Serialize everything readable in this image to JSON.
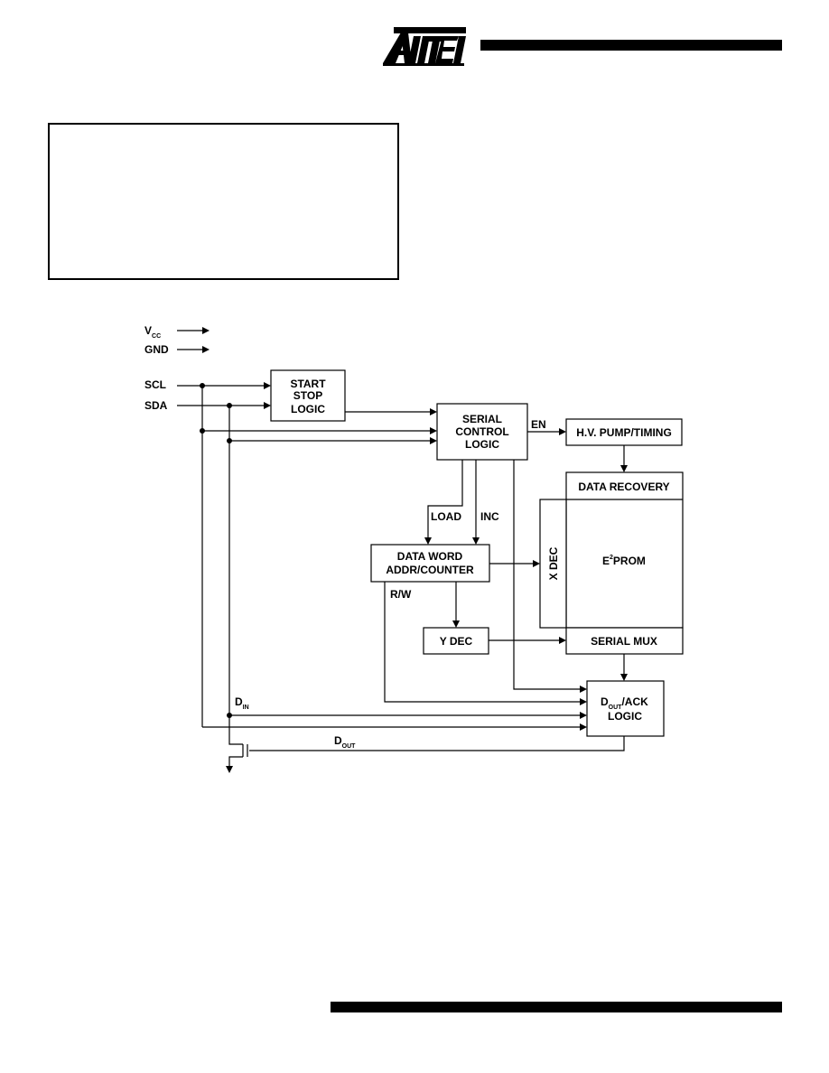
{
  "header": {
    "logo_icon": "atmel-logo"
  },
  "diagram": {
    "inputs": {
      "vcc": "V",
      "vcc_sub": "CC",
      "gnd": "GND",
      "scl": "SCL",
      "sda": "SDA"
    },
    "blocks": {
      "start_stop": [
        "START",
        "STOP",
        "LOGIC"
      ],
      "serial_control": [
        "SERIAL",
        "CONTROL",
        "LOGIC"
      ],
      "hv_pump": "H.V. PUMP/TIMING",
      "data_recovery": "DATA RECOVERY",
      "eeprom_e": "E",
      "eeprom_sup": "2",
      "eeprom_rest": "PROM",
      "x_dec": "X DEC",
      "serial_mux": "SERIAL MUX",
      "data_word": [
        "DATA WORD",
        "ADDR/COUNTER"
      ],
      "y_dec": "Y DEC",
      "dout_ack_d": "D",
      "dout_ack_sub": "OUT",
      "dout_ack_rest": "/ACK",
      "dout_ack_line2": "LOGIC"
    },
    "signals": {
      "en": "EN",
      "load": "LOAD",
      "inc": "INC",
      "rw": "R/W",
      "din": "D",
      "din_sub": "IN",
      "dout": "D",
      "dout_sub": "OUT"
    }
  }
}
